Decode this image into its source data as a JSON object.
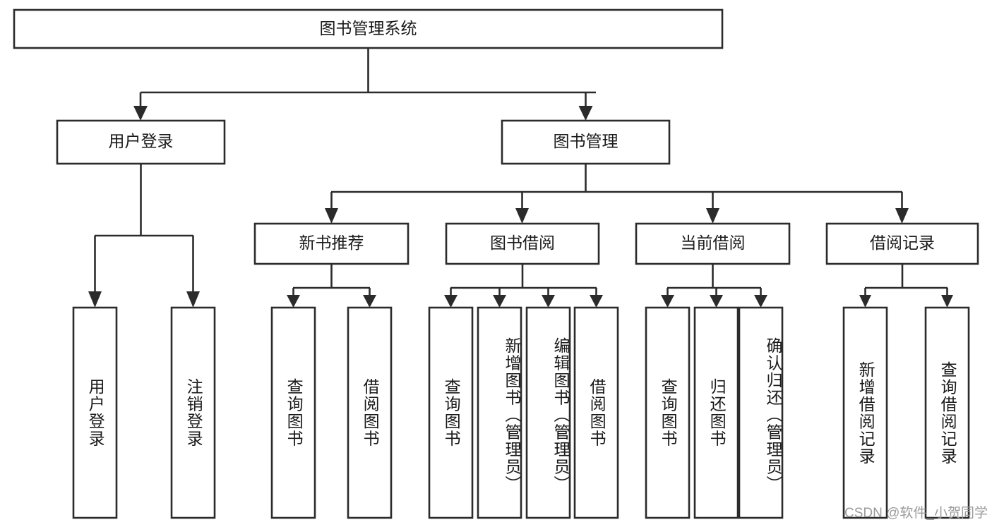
{
  "diagram": {
    "title": "图书管理系统",
    "type": "hierarchy-tree",
    "orientation": "top-down",
    "colors": {
      "box_stroke": "#2b2b2b",
      "box_fill": "#ffffff",
      "connector": "#2b2b2b",
      "text": "#1a1a1a",
      "background": "#ffffff",
      "watermark": "#9a9a9a"
    },
    "levels": {
      "root": {
        "label": "图书管理系统"
      },
      "level2": [
        {
          "label": "用户登录"
        },
        {
          "label": "图书管理"
        }
      ],
      "level3": [
        {
          "label": "新书推荐"
        },
        {
          "label": "图书借阅"
        },
        {
          "label": "当前借阅"
        },
        {
          "label": "借阅记录"
        }
      ],
      "leaves": {
        "user_login": [
          {
            "label": "用户登录"
          },
          {
            "label": "注销登录"
          }
        ],
        "new_book_recommend": [
          {
            "label": "查询图书"
          },
          {
            "label": "借阅图书"
          }
        ],
        "book_borrow": [
          {
            "label": "查询图书"
          },
          {
            "label": "新增图书（管理员）"
          },
          {
            "label": "编辑图书（管理员）"
          },
          {
            "label": "借阅图书"
          }
        ],
        "current_borrow": [
          {
            "label": "查询图书"
          },
          {
            "label": "归还图书"
          },
          {
            "label": "确认归还（管理员）"
          }
        ],
        "borrow_record": [
          {
            "label": "新增借阅记录"
          },
          {
            "label": "查询借阅记录"
          }
        ]
      }
    },
    "watermark": "CSDN @软件_小贺同学"
  }
}
